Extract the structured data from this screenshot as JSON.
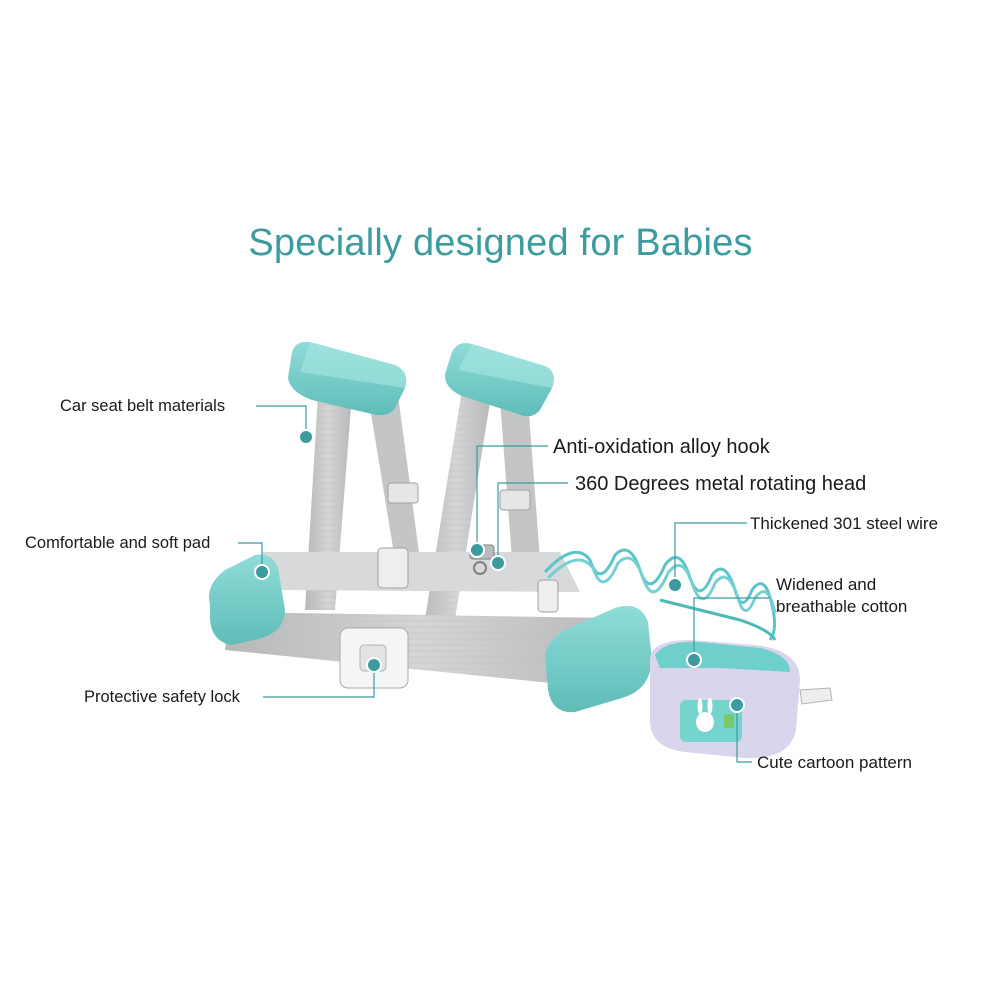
{
  "title": "Specially designed for Babies",
  "callouts": {
    "car_seat_belt": "Car seat belt materials",
    "soft_pad": "Comfortable and soft pad",
    "safety_lock": "Protective safety lock",
    "alloy_hook": "Anti-oxidation alloy hook",
    "rotating_head": "360 Degrees metal rotating head",
    "steel_wire": "Thickened 301 steel wire",
    "cotton_line1": "Widened and",
    "cotton_line2": "breathable cotton",
    "cartoon": "Cute cartoon pattern"
  },
  "colors": {
    "accent": "#3b9b9e",
    "teal_pad": "#7fd3cf",
    "teal_pad_dark": "#5fbdb8",
    "strap": "#c9cbcd",
    "strap_dark": "#a9abad",
    "text": "#1a1a1a",
    "coil": "#5cc4c8"
  }
}
